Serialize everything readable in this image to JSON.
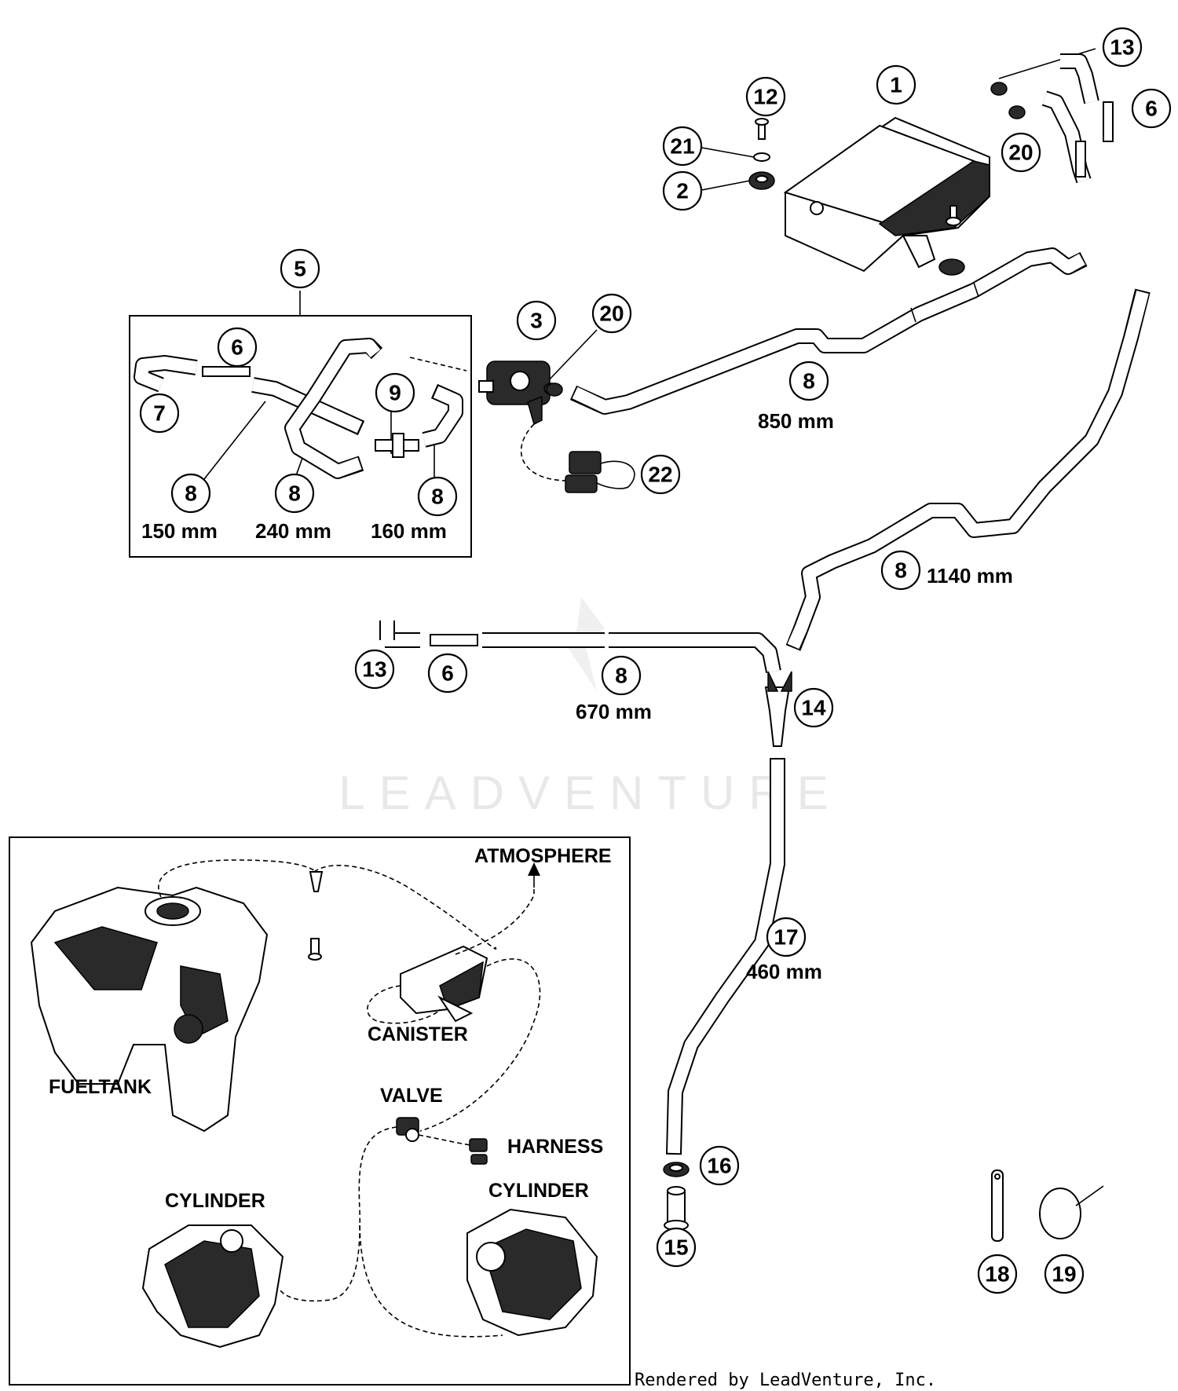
{
  "callouts": {
    "c1": "1",
    "c2": "2",
    "c3": "3",
    "c5": "5",
    "c6a": "6",
    "c6b": "6",
    "c6c": "6",
    "c7": "7",
    "c8a": "8",
    "c8b": "8",
    "c8c": "8",
    "c8d": "8",
    "c8e": "8",
    "c8f": "8",
    "c9": "9",
    "c12": "12",
    "c13a": "13",
    "c13b": "13",
    "c14": "14",
    "c15": "15",
    "c16": "16",
    "c17": "17",
    "c18": "18",
    "c19": "19",
    "c20a": "20",
    "c20b": "20",
    "c21": "21",
    "c22": "22"
  },
  "lengths": {
    "hose_850": "850 mm",
    "hose_1140": "1140 mm",
    "hose_670": "670 mm",
    "hose_460": "460 mm",
    "hose_150": "150 mm",
    "hose_240": "240 mm",
    "hose_160": "160 mm"
  },
  "schematic": {
    "atmosphere": "ATMOSPHERE",
    "canister": "CANISTER",
    "fueltank": "FUELTANK",
    "valve": "VALVE",
    "harness": "HARNESS",
    "cylinder_left": "CYLINDER",
    "cylinder_right": "CYLINDER"
  },
  "watermark": "LEADVENTURE",
  "footer": "Rendered by LeadVenture, Inc."
}
